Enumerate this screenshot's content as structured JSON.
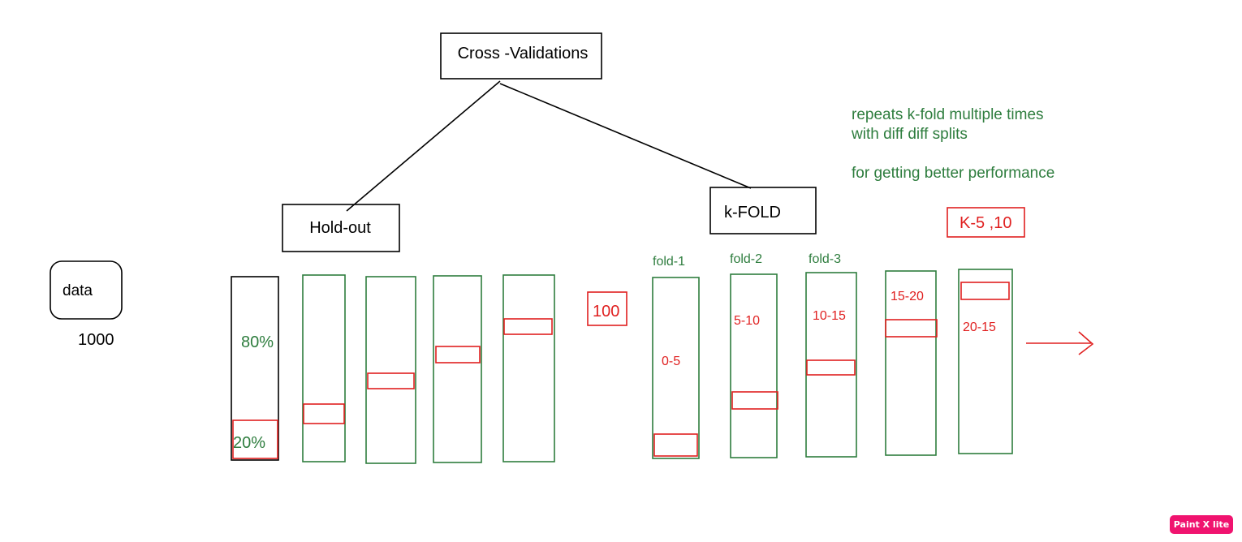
{
  "colors": {
    "black": "#000000",
    "green": "#2e7d3e",
    "red": "#e02020",
    "badge": "#f0136f"
  },
  "root": "Cross -Validations",
  "holdout": {
    "label": "Hold-out",
    "train_pct": "80%",
    "test_pct": "20%"
  },
  "kfold": {
    "label": "k-FOLD",
    "folds": [
      "fold-1",
      "fold-2",
      "fold-3"
    ],
    "ranges": [
      "0-5",
      "5-10",
      "10-15",
      "15-20",
      "20-15"
    ],
    "k_values": "K-5 ,10"
  },
  "data_box": {
    "label": "data",
    "count": "1000"
  },
  "hundred": "100",
  "notes": {
    "line1": "repeats k-fold multiple times",
    "line2": "with diff diff splits",
    "line3": "for getting better performance"
  },
  "watermark": "Paint X lite"
}
